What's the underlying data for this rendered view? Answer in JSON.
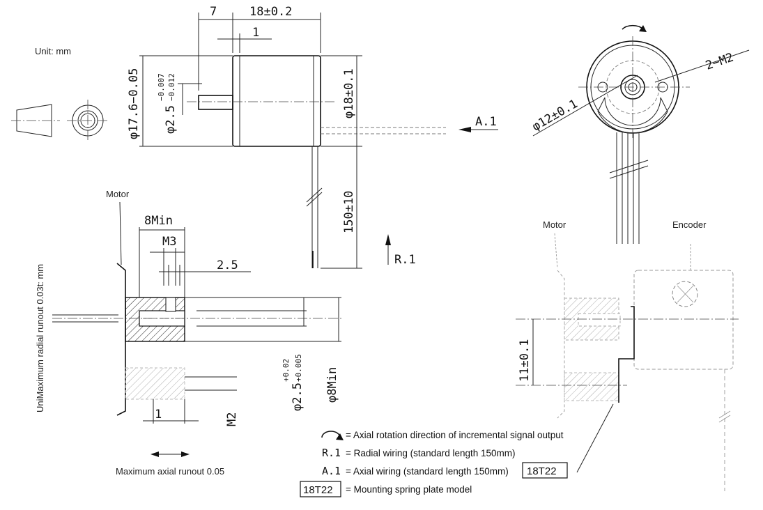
{
  "labels": {
    "unit": "Unit: mm",
    "motor_top": "Motor",
    "motor_right": "Motor",
    "encoder": "Encoder",
    "radial_runout": "UniMaximum radial runout 0.03t: mm",
    "axial_runout": "Maximum axial runout 0.05"
  },
  "dimensions": {
    "d7": "7",
    "d18": "18±0.2",
    "d1_top": "1",
    "dia17_6": "φ17.6−0.05",
    "dia2_5_top": "φ2.5",
    "tol_top_upper": "−0.007",
    "tol_top_lower": "−0.012",
    "dia18": "φ18±0.1",
    "len150": "150±10",
    "a1": "A.1",
    "r1": "R.1",
    "dia12": "φ12±0.1",
    "m2_2": "2−M2",
    "min8": "8Min",
    "m3": "M3",
    "d2_5": "2.5",
    "dia2_5_bot": "φ2.5",
    "tol_bot_upper": "+0.02",
    "tol_bot_lower": "+0.005",
    "dia8min": "φ8Min",
    "d1_bot": "1",
    "m2": "M2",
    "d11": "11±0.1"
  },
  "legend": {
    "rotation": "= Axial rotation direction of incremental signal output",
    "r1_sym": "R.1",
    "r1_text": "= Radial wiring (standard length 150mm)",
    "a1_sym": "A.1",
    "a1_text": "= Axial wiring (standard length 150mm)",
    "box_model": "18T22",
    "model_text": "= Mounting spring plate model"
  }
}
